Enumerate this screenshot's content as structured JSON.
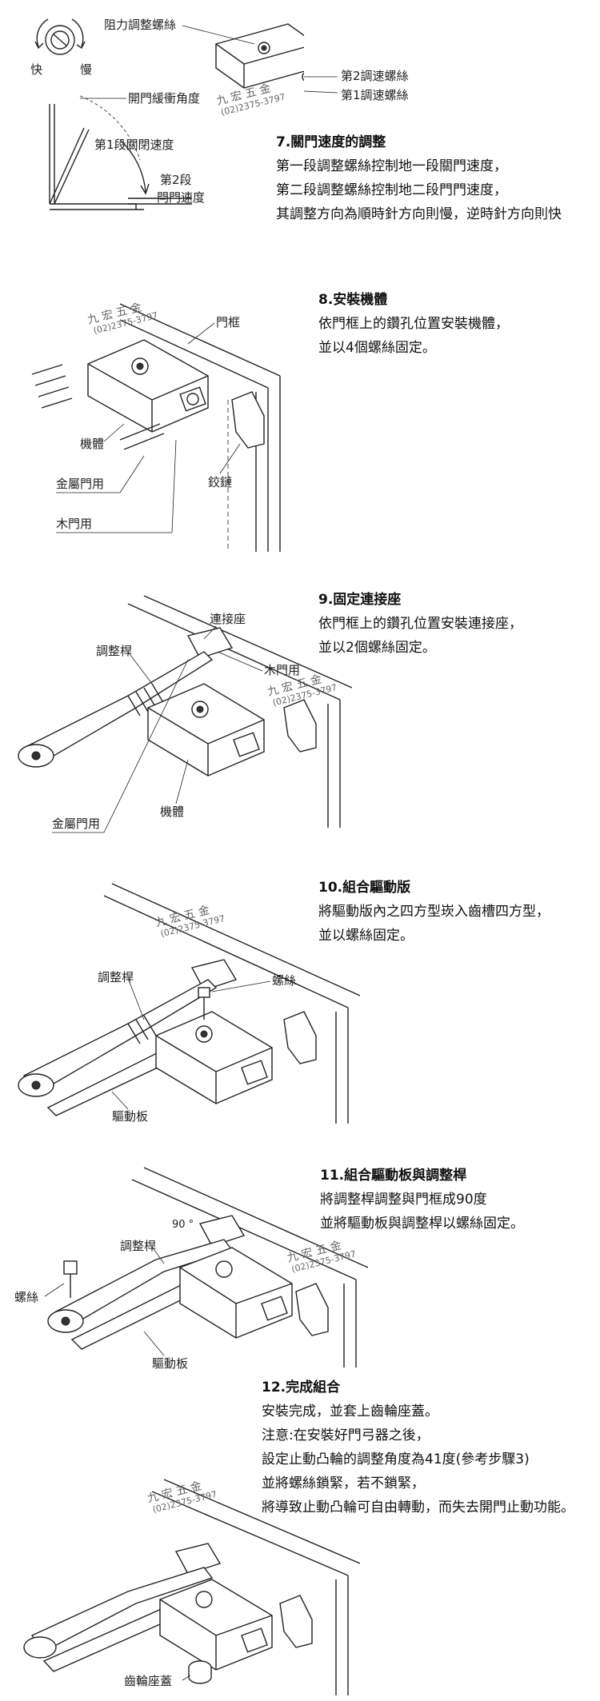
{
  "steps": [
    {
      "id": "step7",
      "title": "7.關門速度的調整",
      "lines": [
        "第一段調整螺絲控制地一段關門速度，",
        "第二段調整螺絲控制地二段門門速度，",
        "其調整方向為順時針方向則慢，逆時針方向則快"
      ],
      "labels": {
        "fast": "快",
        "slow": "慢",
        "resist_screw": "阻力調整螺絲",
        "speed2_screw": "第2調速螺絲",
        "speed1_screw": "第1調速螺絲",
        "buffer_angle": "開門緩衝角度",
        "stage1_speed": "第1段關閉速度",
        "stage2_a": "第2段",
        "stage2_b": "閂門速度"
      }
    },
    {
      "id": "step8",
      "title": "8.安裝機體",
      "lines": [
        "依門框上的鑽孔位置安裝機體，",
        "並以4個螺絲固定。"
      ],
      "labels": {
        "door_frame": "門框",
        "body": "機體",
        "metal_door": "金屬門用",
        "hinge": "鉸鏈",
        "wood_door": "木門用"
      }
    },
    {
      "id": "step9",
      "title": "9.固定連接座",
      "lines": [
        "依門框上的鑽孔位置安裝連接座，",
        "並以2個螺絲固定。"
      ],
      "labels": {
        "bracket": "連接座",
        "adjust_rod": "調整桿",
        "wood_door": "木門用",
        "metal_door": "金屬門用",
        "body": "機體"
      }
    },
    {
      "id": "step10",
      "title": "10.組合驅動版",
      "lines": [
        "將驅動版內之四方型崁入齒槽四方型，",
        "並以螺絲固定。"
      ],
      "labels": {
        "adjust_rod": "調整桿",
        "screw": "螺絲",
        "drive_plate": "驅動板"
      }
    },
    {
      "id": "step11",
      "title": "11.組合驅動板與調整桿",
      "lines": [
        "將調整桿調整與門框成90度",
        "並將驅動板與調整桿以螺絲固定。"
      ],
      "labels": {
        "angle": "90 °",
        "adjust_rod": "調整桿",
        "screw": "螺絲",
        "drive_plate": "驅動板"
      }
    },
    {
      "id": "step12",
      "title": "12.完成組合",
      "lines": [
        "安裝完成，並套上齒輪座蓋。",
        "注意:在安裝好門弓器之後，",
        "設定止動凸輪的調整角度為41度(參考步驟3)",
        "並將螺絲鎖緊，若不鎖緊，",
        "將導致止動凸輪可自由轉動，而失去開門止動功能。"
      ],
      "labels": {
        "gear_cover": "齒輪座蓋"
      }
    }
  ],
  "watermark": {
    "name": "九 宏 五 金",
    "phone": "(02)2375-3797"
  }
}
